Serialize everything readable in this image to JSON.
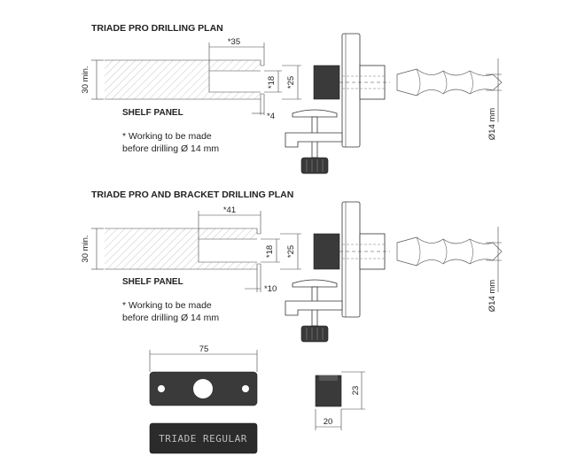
{
  "plan1": {
    "title": "TRIADE PRO DRILLING PLAN",
    "panel_label": "SHELF PANEL",
    "note_line1": "* Working to be made",
    "note_line2": "before drilling Ø 14 mm",
    "dim_height": "30 min.",
    "dim_depth": "*35",
    "dim_inner": "*18",
    "dim_outer": "*25",
    "dim_small": "*4",
    "dim_drill": "Ø14 mm"
  },
  "plan2": {
    "title": "TRIADE PRO AND BRACKET DRILLING PLAN",
    "panel_label": "SHELF PANEL",
    "note_line1": "* Working to be made",
    "note_line2": "before drilling Ø 14 mm",
    "dim_height": "30 min.",
    "dim_depth": "*41",
    "dim_inner": "*18",
    "dim_outer": "*25",
    "dim_small": "*10",
    "dim_drill": "Ø14 mm"
  },
  "bracket": {
    "dim_width": "75",
    "plate_text": "TRIADE REGULAR"
  },
  "insert": {
    "dim_height": "23",
    "dim_width": "20"
  }
}
